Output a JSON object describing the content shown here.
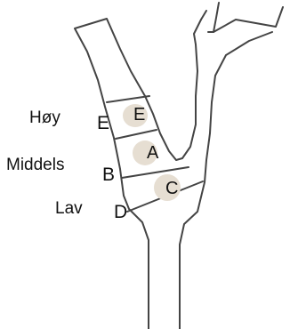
{
  "diagram": {
    "levels": [
      {
        "label": "Høy",
        "marker": "E"
      },
      {
        "label": "Middels",
        "marker": "B"
      },
      {
        "label": "Lav",
        "marker": "D"
      }
    ],
    "segments": [
      {
        "letter": "E"
      },
      {
        "letter": "A"
      },
      {
        "letter": "C"
      }
    ],
    "colors": {
      "outline": "#444444",
      "segment_fill": "#e6ded2",
      "background": "#ffffff"
    }
  }
}
